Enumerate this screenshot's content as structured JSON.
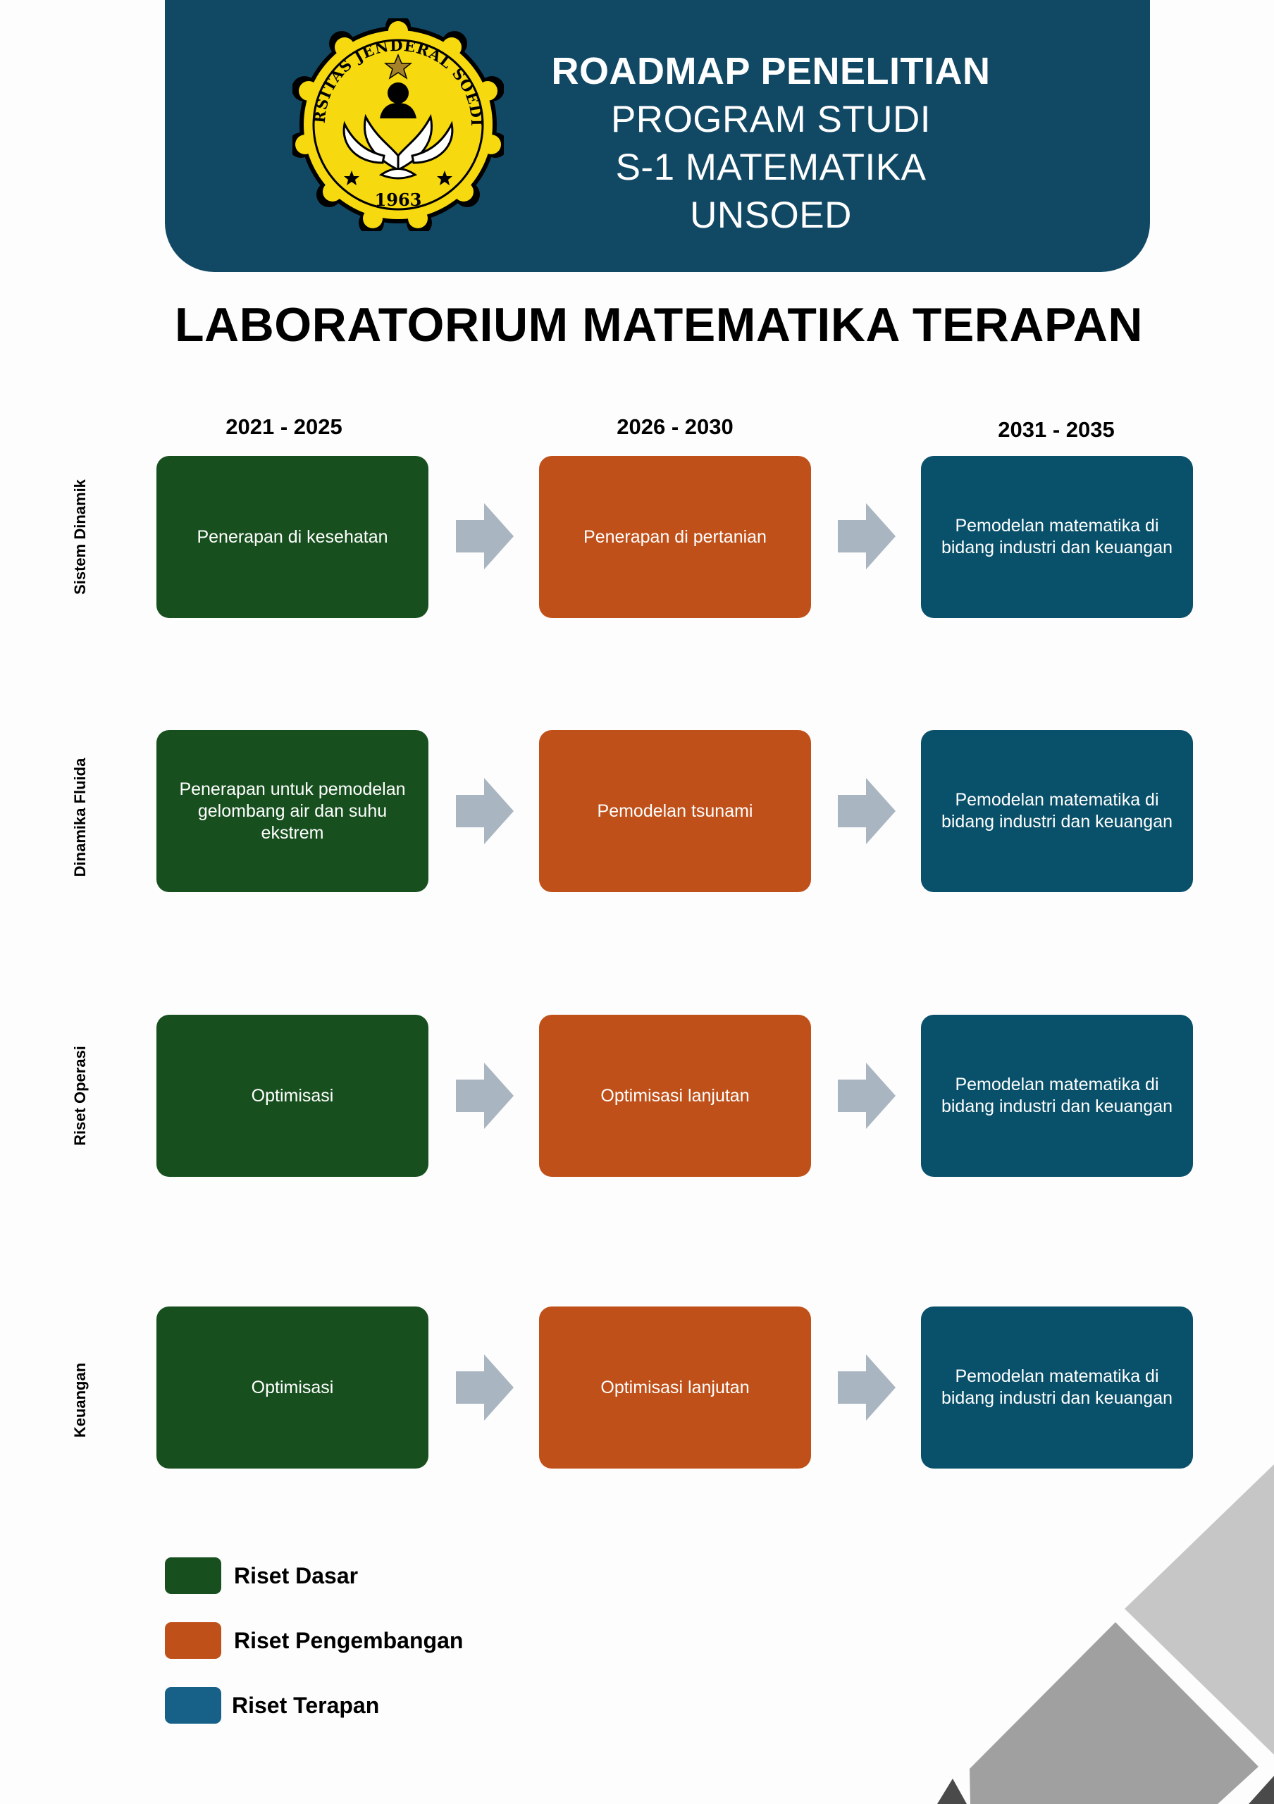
{
  "header": {
    "line1": "ROADMAP PENELITIAN",
    "line2": "PROGRAM STUDI",
    "line3": "S-1 MATEMATIKA UNSOED",
    "logo": {
      "top_text": "UNIVERSITAS JENDERAL SOEDIRMAN",
      "year": "1963"
    }
  },
  "title": "LABORATORIUM MATEMATIKA TERAPAN",
  "periods": [
    "2021 - 2025",
    "2026 - 2030",
    "2031 - 2035"
  ],
  "rows": [
    {
      "label": "Sistem Dinamik",
      "cells": [
        "Penerapan di kesehatan",
        "Penerapan di pertanian",
        "Pemodelan matematika di bidang industri dan keuangan"
      ]
    },
    {
      "label": "Dinamika Fluida",
      "cells": [
        "Penerapan untuk pemodelan gelombang air dan suhu ekstrem",
        "Pemodelan tsunami",
        "Pemodelan matematika di bidang industri dan keuangan"
      ]
    },
    {
      "label": "Riset Operasi",
      "cells": [
        "Optimisasi",
        "Optimisasi lanjutan",
        "Pemodelan matematika di bidang industri dan keuangan"
      ]
    },
    {
      "label": "Keuangan",
      "cells": [
        "Optimisasi",
        "Optimisasi lanjutan",
        "Pemodelan matematika di bidang industri dan keuangan"
      ]
    }
  ],
  "legend": [
    {
      "label": "Riset Dasar",
      "color": "#17501e"
    },
    {
      "label": "Riset Pengembangan",
      "color": "#c05019"
    },
    {
      "label": "Riset Terapan",
      "color": "#176088"
    }
  ],
  "colors": {
    "header_bg": "#114965",
    "basic": "#17501e",
    "development": "#c05019",
    "applied": "#09506a",
    "arrow": "#a9b5c0"
  }
}
